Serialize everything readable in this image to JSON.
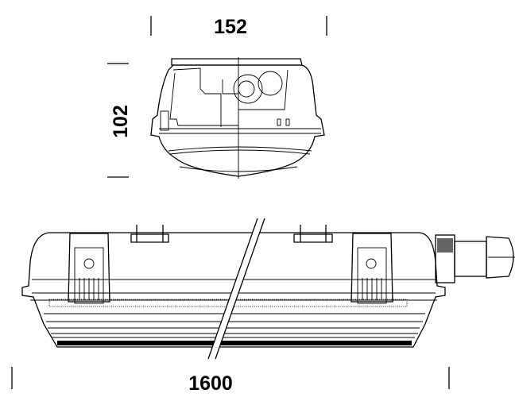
{
  "dimensions": {
    "width": "152",
    "height": "102",
    "length": "1600"
  }
}
